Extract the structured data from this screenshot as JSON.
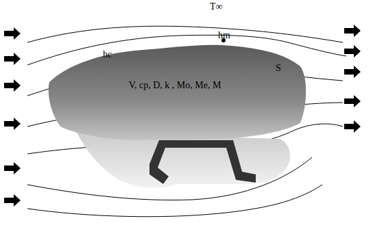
{
  "diagram": {
    "nodes": [
      {
        "text": [
          "V, cp, D, k , Mo, Me, M"
        ]
      }
    ],
    "labels": [
      "T∞",
      "hc",
      "hm",
      "S"
    ]
  }
}
